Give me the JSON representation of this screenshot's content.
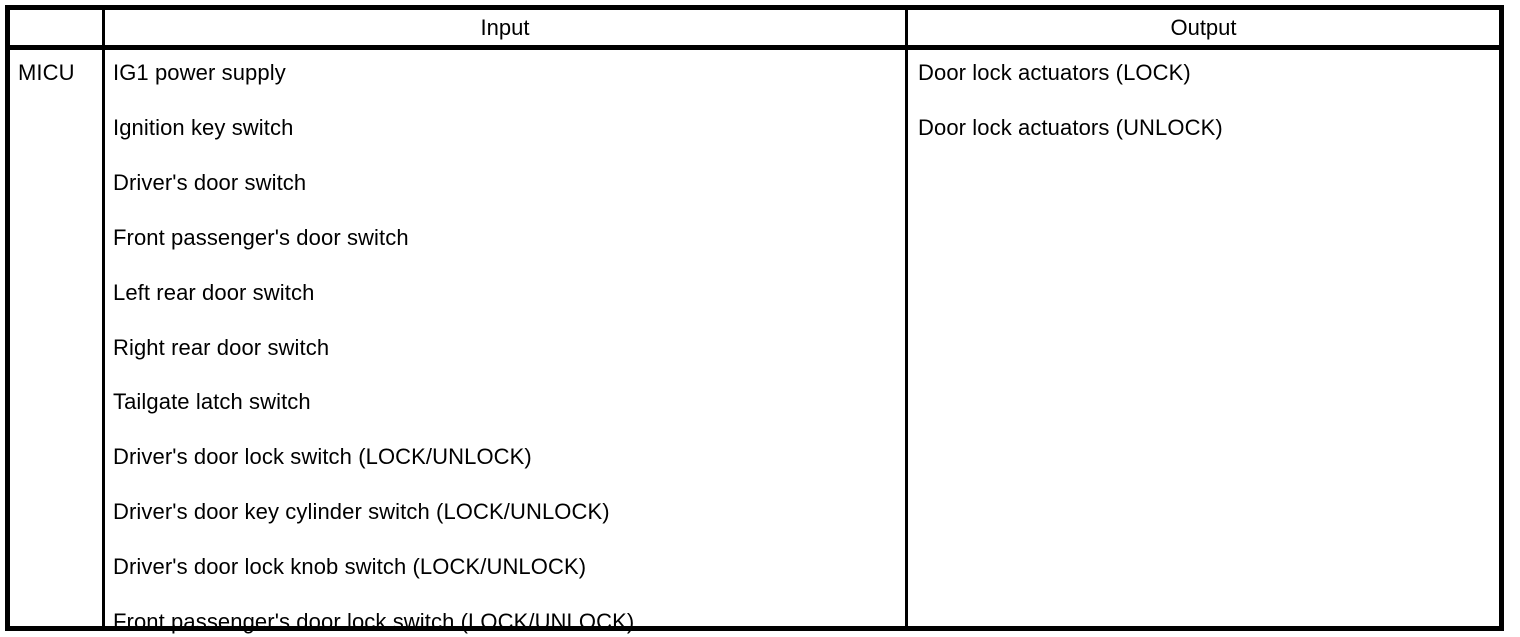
{
  "table": {
    "headers": {
      "module": "",
      "input": "Input",
      "output": "Output"
    },
    "module_label": "MICU",
    "inputs": [
      "IG1 power supply",
      "Ignition key switch",
      "Driver's door switch",
      "Front passenger's door switch",
      "Left rear door switch",
      "Right rear door switch",
      "Tailgate latch switch",
      "Driver's door lock switch (LOCK/UNLOCK)",
      "Driver's door key cylinder switch (LOCK/UNLOCK)",
      "Driver's door lock knob switch (LOCK/UNLOCK)",
      "Front passenger's door lock switch (LOCK/UNLOCK)"
    ],
    "outputs": [
      "Door lock actuators (LOCK)",
      "Door lock actuators (UNLOCK)"
    ],
    "colors": {
      "border": "#000000",
      "text": "#000000",
      "background": "#ffffff"
    }
  }
}
